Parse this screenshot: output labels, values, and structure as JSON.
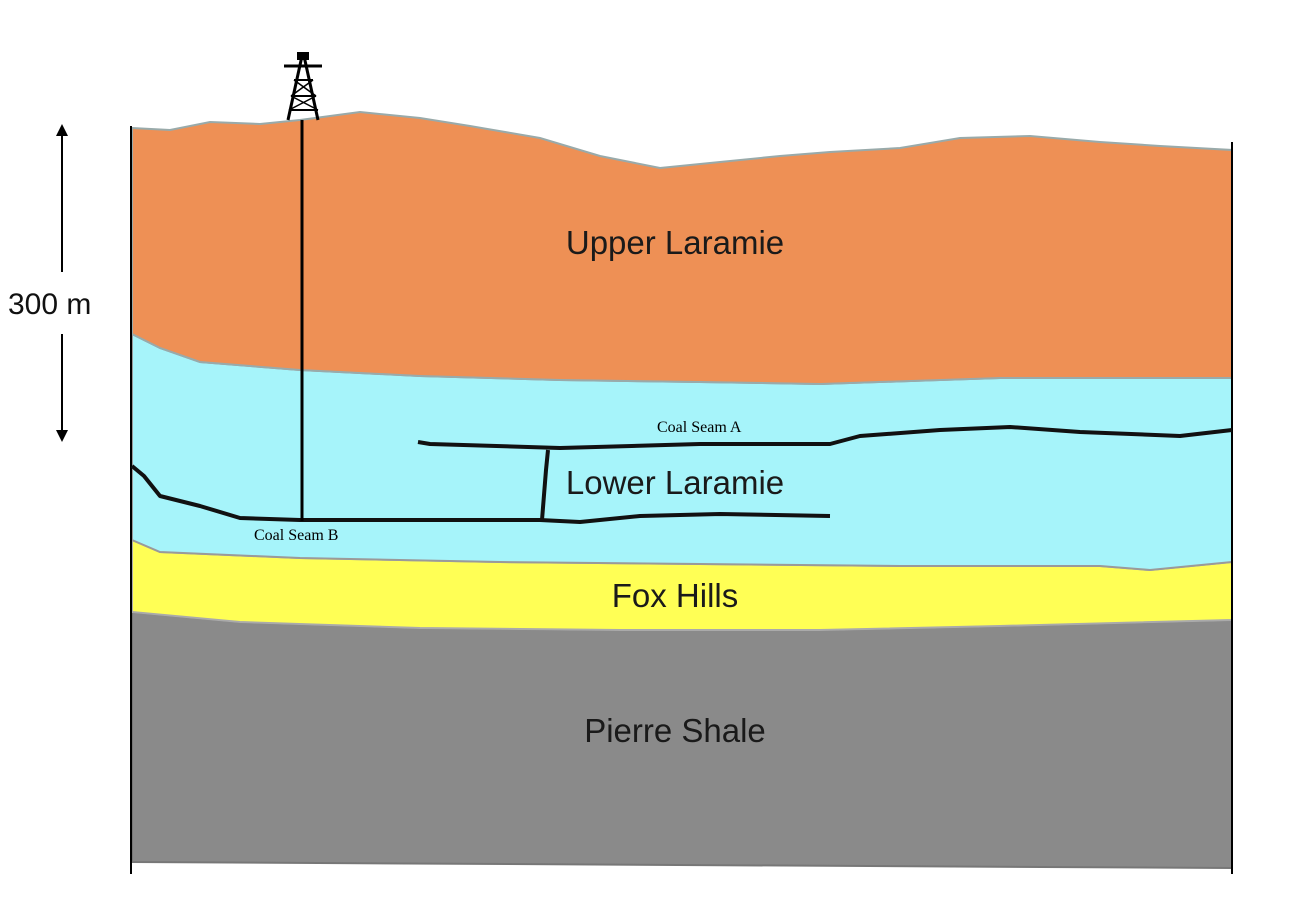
{
  "scale": {
    "label": "300 m"
  },
  "layers": [
    {
      "id": "upper-laramie",
      "name": "Upper Laramie",
      "color": "#ee9055"
    },
    {
      "id": "lower-laramie",
      "name": "Lower Laramie",
      "color": "#a6f4fa"
    },
    {
      "id": "fox-hills",
      "name": "Fox Hills",
      "color": "#ffff55"
    },
    {
      "id": "pierre-shale",
      "name": "Pierre Shale",
      "color": "#8a8a8a"
    }
  ],
  "seams": {
    "a": {
      "label": "Coal Seam A"
    },
    "b": {
      "label": "Coal Seam B"
    }
  },
  "well": {
    "icon": "drilling-rig-icon"
  }
}
